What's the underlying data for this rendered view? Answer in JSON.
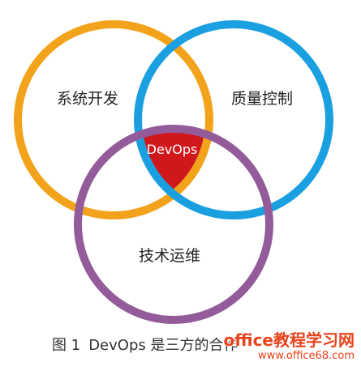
{
  "diagram": {
    "circles": [
      {
        "id": "development",
        "label": "系统开发",
        "color": "#f2a31b"
      },
      {
        "id": "quality",
        "label": "质量控制",
        "color": "#1aa0e0"
      },
      {
        "id": "operations",
        "label": "技术运维",
        "color": "#945b9b"
      }
    ],
    "center": {
      "label": "DevOps",
      "color": "#d0181c"
    }
  },
  "caption": {
    "figure_number": "图 1",
    "text": "DevOps 是三方的合作"
  },
  "watermark": {
    "main": "office教程学习网",
    "url": "www.office68.com"
  }
}
